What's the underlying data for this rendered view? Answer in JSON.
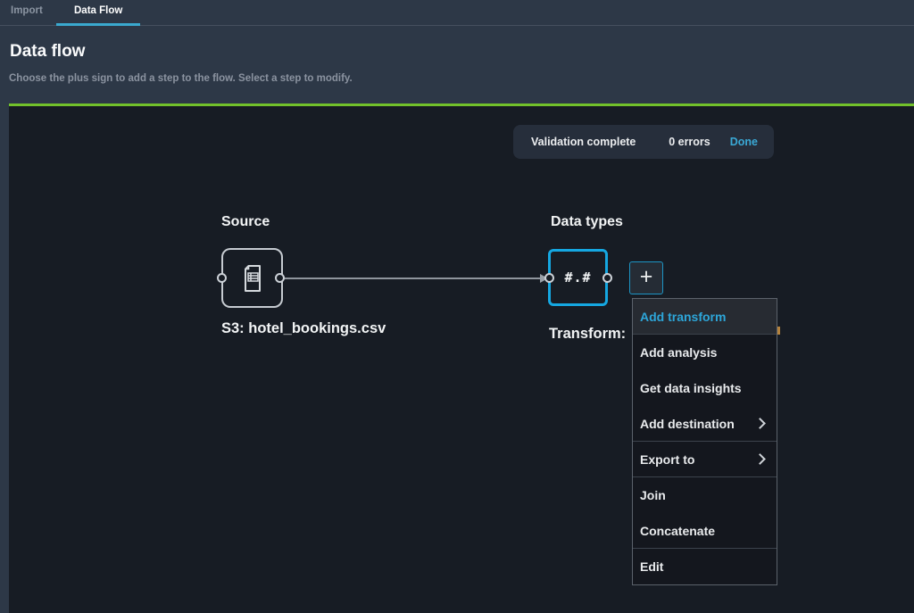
{
  "tabs": [
    {
      "label": "Import"
    },
    {
      "label": "Data Flow",
      "active": true
    }
  ],
  "header": {
    "title": "Data flow",
    "subtitle": "Choose the plus sign to add a step to the flow. Select a step to modify."
  },
  "validation": {
    "message": "Validation complete",
    "errors": "0 errors",
    "done_label": "Done"
  },
  "flow": {
    "source": {
      "label": "Source",
      "caption": "S3: hotel_bookings.csv",
      "icon": "document-icon"
    },
    "data_types": {
      "label": "Data types",
      "node_text": "#.#",
      "caption": "Transform:"
    },
    "add_step_button": {
      "glyph": "+"
    }
  },
  "menu": {
    "items": [
      {
        "label": "Add transform",
        "highlighted": true
      },
      {
        "label": "Add analysis"
      },
      {
        "label": "Get data insights"
      },
      {
        "label": "Add destination",
        "has_submenu": true
      },
      {
        "label": "Export to",
        "has_submenu": true
      },
      {
        "label": "Join"
      },
      {
        "label": "Concatenate"
      },
      {
        "label": "Edit"
      }
    ]
  },
  "colors": {
    "accent_cyan": "#2da6d9",
    "node_selected_border": "#15a7e1",
    "divider_green": "#72c12b",
    "header_background": "#2d3847",
    "canvas_background": "#171c24"
  }
}
